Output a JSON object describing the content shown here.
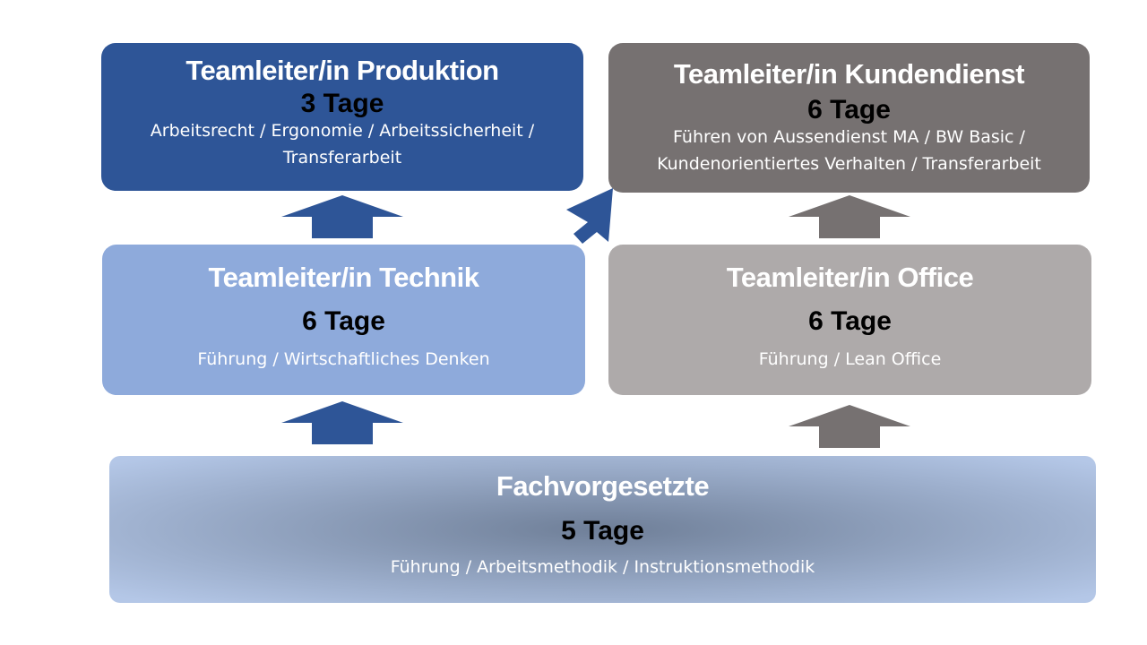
{
  "colors": {
    "dark_blue": "#2e5597",
    "light_blue": "#8eaadb",
    "dark_gray": "#767171",
    "light_gray": "#aeaaaa",
    "gradient_outer": "#b4c7e7",
    "gradient_center": "#6f7f98"
  },
  "boxes": {
    "produktion": {
      "title": "Teamleiter/in Produktion",
      "days": "3 Tage",
      "topics_line1": "Arbeitsrecht / Ergonomie / Arbeitssicherheit /",
      "topics_line2": "Transferarbeit"
    },
    "kundendienst": {
      "title": "Teamleiter/in Kundendienst",
      "days": "6 Tage",
      "topics_line1": "Führen von Aussendienst MA / BW Basic /",
      "topics_line2": "Kundenorientiertes Verhalten / Transferarbeit"
    },
    "technik": {
      "title": "Teamleiter/in Technik",
      "days": "6 Tage",
      "topics_line1": "Führung / Wirtschaftliches Denken"
    },
    "office": {
      "title": "Teamleiter/in Office",
      "days": "6 Tage",
      "topics_line1": "Führung / Lean Office"
    },
    "fachvorgesetzte": {
      "title": "Fachvorgesetzte",
      "days": "5 Tage",
      "topics_line1": "Führung / Arbeitsmethodik / Instruktionsmethodik"
    }
  },
  "arrows": [
    {
      "name": "arrow-fachvorgesetzte-to-technik",
      "color": "dark_blue",
      "direction": "up"
    },
    {
      "name": "arrow-fachvorgesetzte-to-office",
      "color": "dark_gray",
      "direction": "up"
    },
    {
      "name": "arrow-technik-to-produktion",
      "color": "dark_blue",
      "direction": "up"
    },
    {
      "name": "arrow-technik-to-kundendienst",
      "color": "dark_blue",
      "direction": "up-right"
    },
    {
      "name": "arrow-office-to-kundendienst",
      "color": "dark_gray",
      "direction": "up"
    }
  ]
}
